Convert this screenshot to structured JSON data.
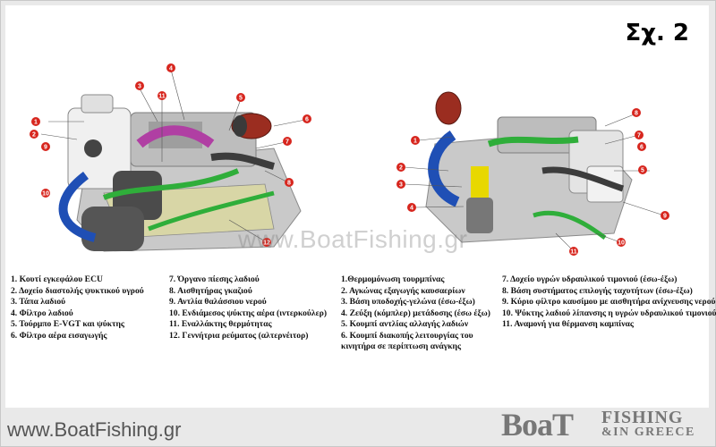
{
  "figure": {
    "title": "Σχ. 2",
    "watermark": "www.BoatFishing.gr"
  },
  "colors": {
    "callout": "#d7261e",
    "engine_body": "#b8b8b8",
    "hose_blue": "#1f4fb5",
    "hose_green": "#2fae3a",
    "hose_magenta": "#b03fa3",
    "accent_yellow": "#e8d800",
    "filter_red": "#9b2d20"
  },
  "left_engine": {
    "callouts": [
      "1",
      "2",
      "3",
      "4",
      "5",
      "6",
      "7",
      "8",
      "9",
      "10",
      "11",
      "12"
    ],
    "legend_col1": [
      "1. Κουτί εγκεφάλου ECU",
      "2. Δοχείο διαστολής ψυκτικού υγρού",
      "3. Τάπα λαδιού",
      "4. Φίλτρο λαδιού",
      "5. Τούρμπο E-VGT και ψύκτης",
      "6. Φίλτρο αέρα εισαγωγής"
    ],
    "legend_col2": [
      "7. Όργανο πίεσης λαδιού",
      "8. Αισθητήρας γκαζιού",
      "9. Αντλία θαλάσσιου νερού",
      "10. Ενδιάμεσος ψύκτης αέρα (ιντερκούλερ)",
      "11. Εναλλάκτης θερμότητας",
      "12. Γεννήτρια ρεύματος (αλτερνέιτορ)"
    ]
  },
  "right_engine": {
    "callouts": [
      "1",
      "2",
      "3",
      "4",
      "5",
      "6",
      "7",
      "8",
      "9",
      "10",
      "11"
    ],
    "legend_col1": [
      "1.Θερμομόνωση τουρμπίνας",
      "2. Αγκώνας εξαγωγής καυσαερίων",
      "3. Βάση υποδοχής-γελώνα (έσω-έξω)",
      "4. Ζεύξη (κόμπλερ) μετάδοσης (έσω έξω)",
      "5. Κουμπί αντλίας αλλαγής λαδιών",
      "6. Κουμπί διακοπής λειτουργίας του",
      "κινητήρα σε περίπτωση ανάγκης"
    ],
    "legend_col2": [
      "7. Δοχείο υγρών υδραυλικού τιμονιού (έσω-έξω)",
      "8. Βάση συστήματος επιλογής ταχυτήτων (έσω-έξω)",
      "9. Κύριο φίλτρο καυσίμου με αισθητήρα ανίχνευσης νερού",
      "10. Ψύκτης λαδιού λίπανσης η υγρών υδραυλικού τιμονιού",
      "11. Αναμονή για θέρμανση καμπίνας"
    ]
  },
  "footer": {
    "url": "www.BoatFishing.gr",
    "logo_boat": "BoaT",
    "logo_fishing": "FISHING",
    "logo_ingreece": "&IN GREECE"
  }
}
